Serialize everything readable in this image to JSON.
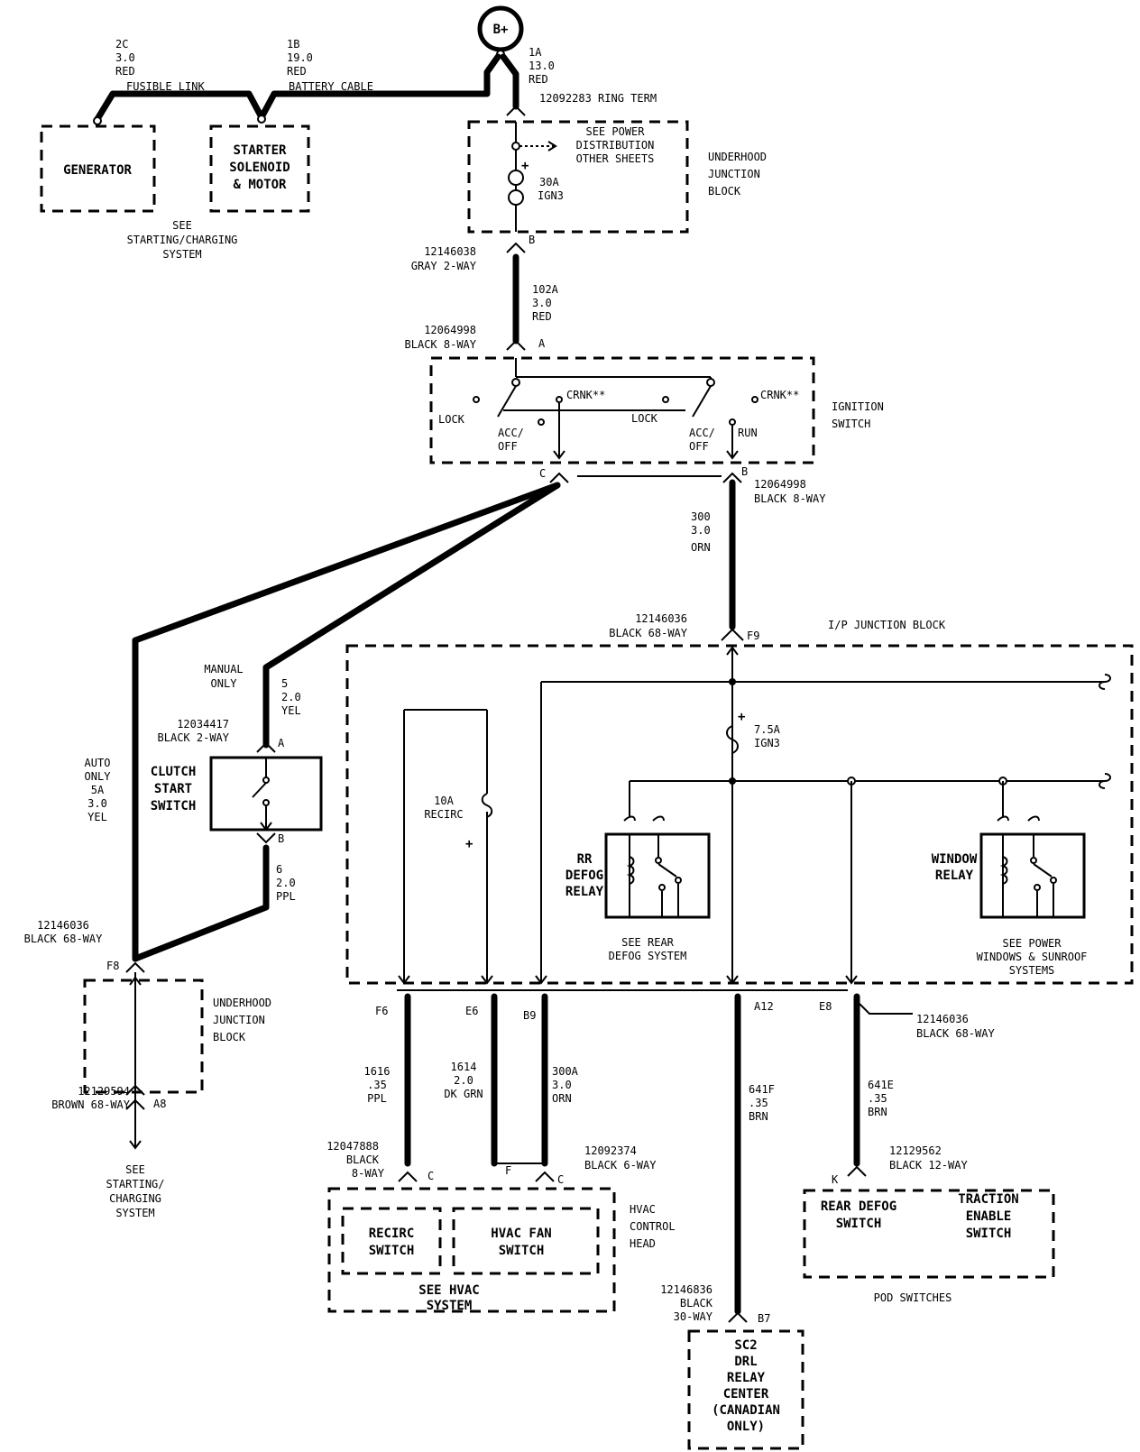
{
  "supply": {
    "symbol": "B+"
  },
  "wires": {
    "gen_link": [
      "2C",
      "3.0",
      "RED",
      "FUSIBLE LINK"
    ],
    "batt_cable": [
      "1B",
      "19.0",
      "RED",
      "BATTERY CABLE"
    ],
    "ring": [
      "1A",
      "13.0",
      "RED"
    ],
    "w102a": [
      "102A",
      "3.0",
      "RED"
    ],
    "w300": [
      "300",
      "3.0",
      "ORN"
    ],
    "w5": [
      "5",
      "2.0",
      "YEL"
    ],
    "w5a": [
      "AUTO",
      "ONLY",
      "5A",
      "3.0",
      "YEL"
    ],
    "w6": [
      "6",
      "2.0",
      "PPL"
    ],
    "w1616": [
      "1616",
      ".35",
      "PPL"
    ],
    "w1614": [
      "1614",
      "2.0",
      "DK GRN"
    ],
    "w300a": [
      "300A",
      "3.0",
      "ORN"
    ],
    "w641f": [
      "641F",
      ".35",
      "BRN"
    ],
    "w641e": [
      "641E",
      ".35",
      "BRN"
    ]
  },
  "connectors": {
    "ring_term": "12092283  RING TERM",
    "c_b_top": [
      "12146038",
      "GRAY 2-WAY"
    ],
    "c_a_ign": [
      "12064998",
      "BLACK 8-WAY"
    ],
    "c_b_ign": [
      "12064998",
      "BLACK 8-WAY"
    ],
    "c_f9": [
      "12146036",
      "BLACK 68-WAY"
    ],
    "c_clutch": [
      "12034417",
      "BLACK 2-WAY"
    ],
    "c_f8": [
      "12146036",
      "BLACK 68-WAY"
    ],
    "c_a8": [
      "12129594",
      "BROWN 68-WAY"
    ],
    "c_e8": [
      "12146036",
      "BLACK 68-WAY"
    ],
    "c_hvac_c": [
      "12047888",
      "BLACK",
      "8-WAY"
    ],
    "c_hvac_6": [
      "12092374",
      "BLACK 6-WAY"
    ],
    "c_pod": [
      "12129562",
      "BLACK 12-WAY"
    ],
    "c_b7": [
      "12146836",
      "BLACK",
      "30-WAY"
    ]
  },
  "pins": {
    "B": "B",
    "A": "A",
    "C": "C",
    "F9": "F9",
    "F8": "F8",
    "A8": "A8",
    "F6": "F6",
    "E6": "E6",
    "B9": "B9",
    "A12": "A12",
    "E8": "E8",
    "F": "F",
    "K": "K",
    "B7": "B7"
  },
  "components": {
    "generator": "GENERATOR",
    "starter": [
      "STARTER",
      "SOLENOID",
      "& MOTOR"
    ],
    "see_start_top": [
      "SEE",
      "STARTING/CHARGING",
      "SYSTEM"
    ],
    "power_dist": [
      "SEE POWER",
      "DISTRIBUTION",
      "OTHER SHEETS"
    ],
    "fuse_30a": [
      "30A",
      "IGN3"
    ],
    "uh_jb_top": [
      "UNDERHOOD",
      "JUNCTION",
      "BLOCK"
    ],
    "ign_switch": [
      "IGNITION",
      "SWITCH"
    ],
    "ign_pos": {
      "lock": "LOCK",
      "acc": "ACC/",
      "off": "OFF",
      "crnk": "CRNK**",
      "run": "RUN"
    },
    "ip_jb": "I/P JUNCTION BLOCK",
    "manual_only": [
      "MANUAL",
      "ONLY"
    ],
    "clutch": [
      "CLUTCH",
      "START",
      "SWITCH"
    ],
    "uh_jb_left": [
      "UNDERHOOD",
      "JUNCTION",
      "BLOCK"
    ],
    "see_start_bottom": [
      "SEE",
      "STARTING/",
      "CHARGING",
      "SYSTEM"
    ],
    "fuse_7_5a": [
      "7.5A",
      "IGN3"
    ],
    "fuse_10a": [
      "10A",
      "RECIRC"
    ],
    "rr_defog_relay": [
      "RR",
      "DEFOG",
      "RELAY"
    ],
    "see_rear_defog": [
      "SEE  REAR",
      "DEFOG  SYSTEM"
    ],
    "window_relay": [
      "WINDOW",
      "RELAY"
    ],
    "see_power_win": [
      "SEE  POWER",
      "WINDOWS & SUNROOF",
      "SYSTEMS"
    ],
    "recirc_switch": [
      "RECIRC",
      "SWITCH"
    ],
    "hvac_fan_switch": [
      "HVAC FAN",
      "SWITCH"
    ],
    "hvac_head": [
      "HVAC",
      "CONTROL",
      "HEAD"
    ],
    "see_hvac": [
      "SEE HVAC",
      "SYSTEM"
    ],
    "rear_defog_switch": [
      "REAR DEFOG",
      "SWITCH"
    ],
    "traction_switch": [
      "TRACTION",
      "ENABLE",
      "SWITCH"
    ],
    "pod_switches": "POD SWITCHES",
    "drl": [
      "SC2",
      "DRL",
      "RELAY",
      "CENTER",
      "(CANADIAN",
      "ONLY)"
    ]
  }
}
